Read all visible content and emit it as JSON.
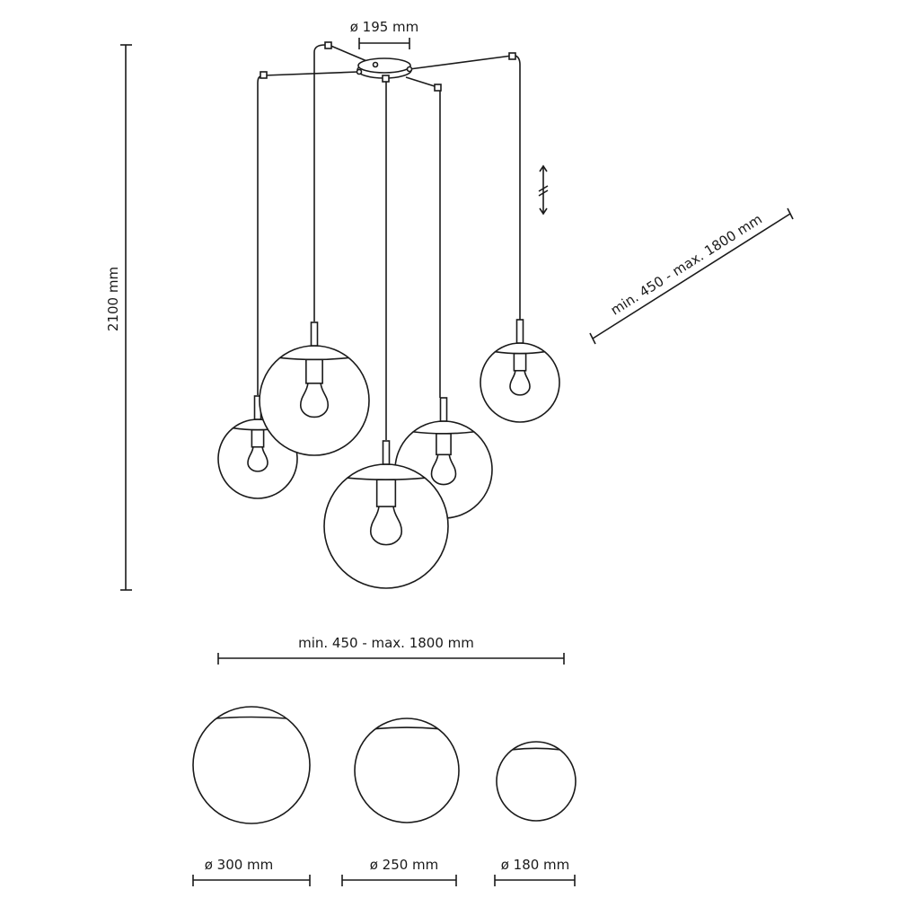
{
  "dimensions": {
    "canopy_diameter": "ø 195 mm",
    "total_height": "2100 mm",
    "cable_length_diagonal": "min. 450 - max. 1800 mm",
    "spread_width": "min. 450 - max. 1800 mm"
  },
  "globes": [
    {
      "label": "ø 300 mm"
    },
    {
      "label": "ø 250 mm"
    },
    {
      "label": "ø 180 mm"
    }
  ],
  "icons": {
    "adjustable": "adjustable-length-arrows-icon"
  }
}
